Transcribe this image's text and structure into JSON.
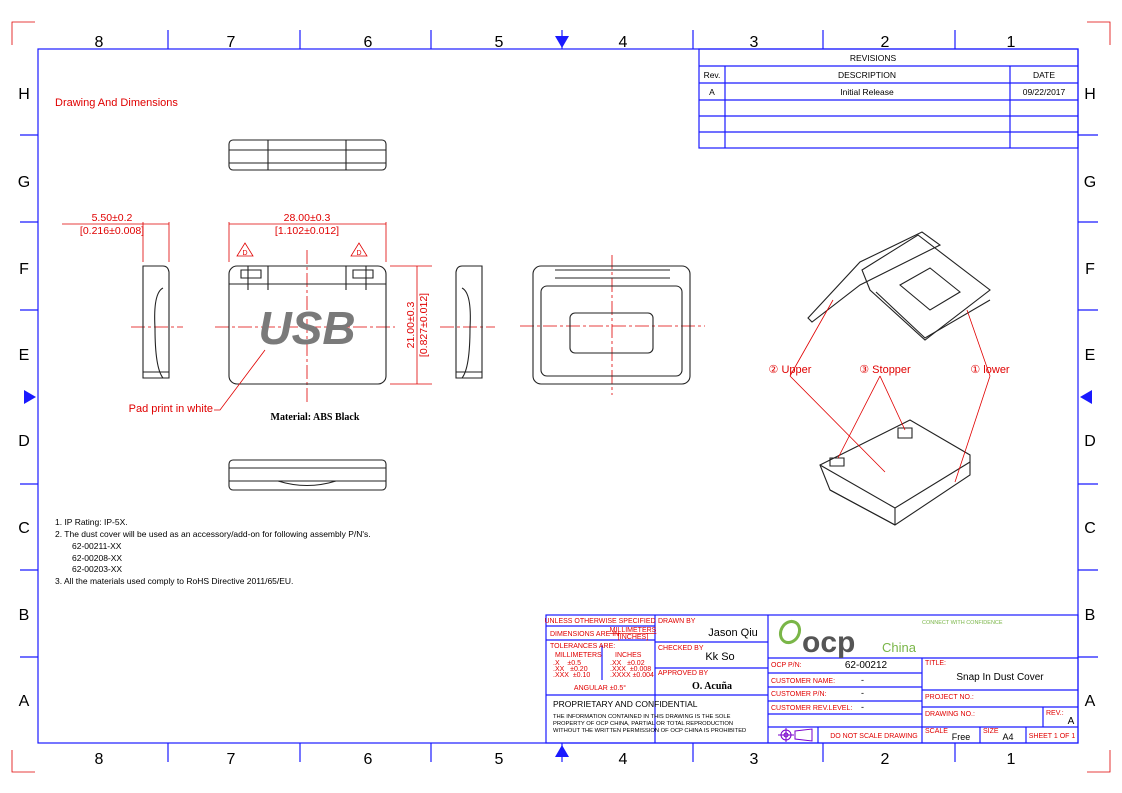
{
  "border": {
    "columns": [
      "8",
      "7",
      "6",
      "5",
      "4",
      "3",
      "2",
      "1"
    ],
    "rows": [
      "H",
      "G",
      "F",
      "E",
      "D",
      "C",
      "B",
      "A"
    ]
  },
  "heading": "Drawing And Dimensions",
  "revisions": {
    "title": "REVISIONS",
    "headers": [
      "Rev.",
      "DESCRIPTION",
      "DATE"
    ],
    "rows": [
      {
        "rev": "A",
        "description": "Initial Release",
        "date": "09/22/2017"
      }
    ]
  },
  "dimensions": {
    "thickness": "5.50±0.2",
    "thickness_in": "[0.216±0.008]",
    "width": "28.00±0.3",
    "width_in": "[1.102±0.012]",
    "height": "21.00±0.3",
    "height_in": "[0.827±0.012]",
    "marker": "D"
  },
  "print_text": "USB",
  "callouts": {
    "pad_print": "Pad print in white",
    "material": "Material: ABS Black",
    "upper": "② Upper",
    "stopper": "③ Stopper",
    "lower": "① lower"
  },
  "notes": [
    "1. IP Rating: IP-5X.",
    "2. The dust cover will be used as an accessory/add-on for following assembly P/N's.",
    "62-00211-XX",
    "62-00208-XX",
    "62-00203-XX",
    "3. All the materials used comply to RoHS Directive 2011/65/EU."
  ],
  "title_block": {
    "unless": "UNLESS OTHERWISE SPECIFIED",
    "dims_in": "DIMENSIONS ARE IN",
    "mm": "MILLIMETERS",
    "inches": "[INCHES]",
    "tol": "TOLERANCES ARE:",
    "tol_mm": "MILLIMETERS",
    "tol_in": "INCHES",
    "tol_mm_rows": [
      ".X    ±0.5",
      ".XX   ±0.20",
      ".XXX  ±0.10"
    ],
    "tol_in_rows": [
      ".XX   ±0.02",
      ".XXX  ±0.008",
      ".XXXX ±0.004"
    ],
    "angular": "ANGULAR ±0.5°",
    "drawn_by_label": "DRAWN BY",
    "drawn_by": "Jason  Qiu",
    "checked_by_label": "CHECKED BY",
    "checked_by": "Kk So",
    "approved_by_label": "APPROVED BY",
    "approved_by": "O. Acuña",
    "prop_title": "PROPRIETARY AND CONFIDENTIAL",
    "prop_lines": [
      "THE INFORMATION CONTAINED IN THIS DRAWING IS  THE SOLE",
      "PROPERTY OF  OCP CHINA, PARTIAL OR TOTAL REPRODUCTION",
      "WITHOUT THE WRITTEN PERMISSION OF  OCP CHINA IS PROHIBITED"
    ],
    "logo": "ocp",
    "logo_sub": "China",
    "tagline": "CONNECT WITH CONFIDENCE",
    "ocp_pn_label": "OCP P/N:",
    "ocp_pn": "62-00212",
    "cust_name_label": "CUSTOMER NAME:",
    "cust_name": "-",
    "cust_pn_label": "CUSTOMER P/N:",
    "cust_pn": "-",
    "cust_rev_label": "CUSTOMER REV.LEVEL:",
    "cust_rev": "-",
    "title_label": "TITLE:",
    "title": "Snap In Dust Cover",
    "project_label": "PROJECT NO.:",
    "drawing_label": "DRAWING NO.:",
    "rev_label": "REV.:",
    "rev": "A",
    "no_scale": "DO NOT SCALE DRAWING",
    "scale_label": "SCALE",
    "scale": "Free",
    "size_label": "SIZE",
    "size": "A4",
    "sheet": "SHEET  1 OF 1"
  }
}
